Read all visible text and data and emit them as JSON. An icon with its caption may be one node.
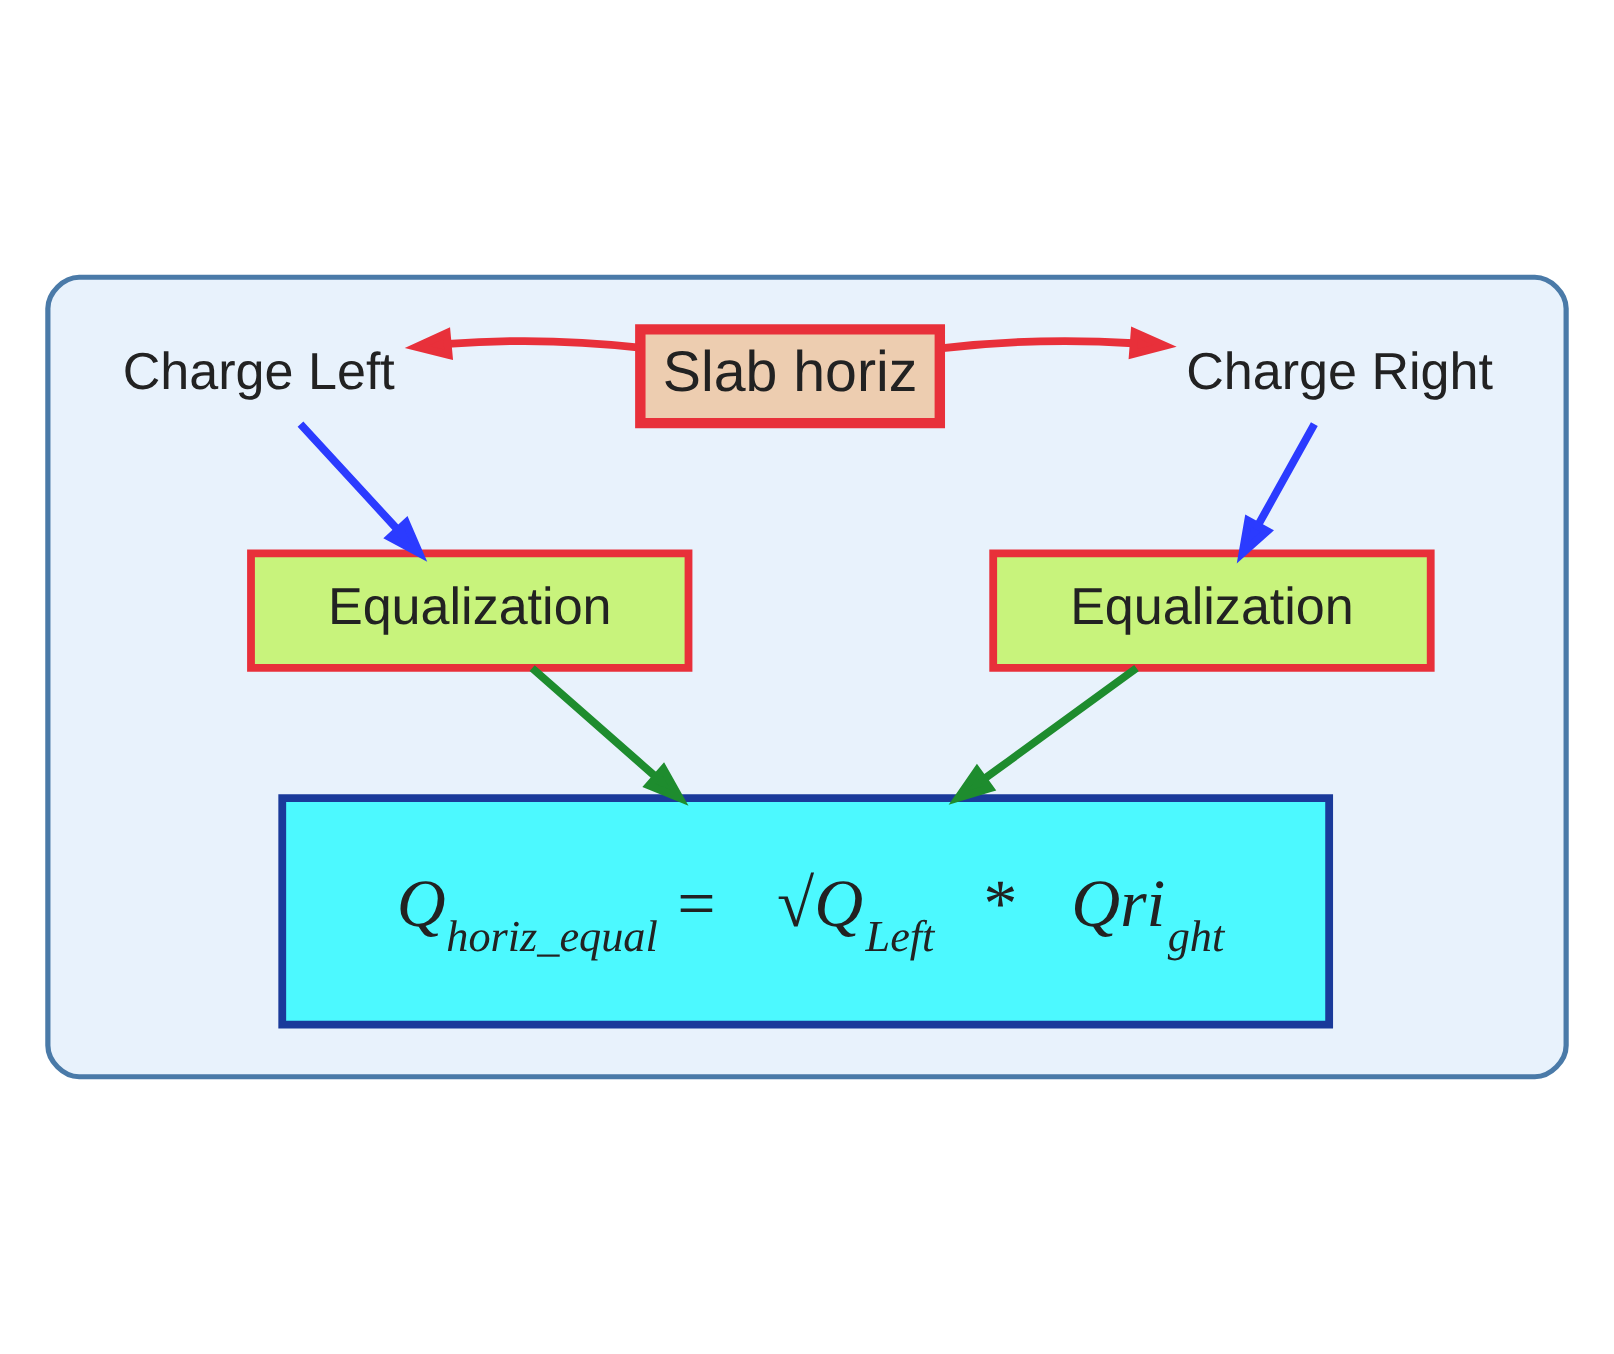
{
  "diagram": {
    "nodes": [
      {
        "text": [],
        "shape": "box"
      },
      {
        "text": [
          "Slab horiz"
        ],
        "in": 0
      },
      {
        "text": [
          "Charge Left"
        ],
        "in": 0
      },
      {
        "text": [
          "Charge Right"
        ],
        "in": 0
      },
      {
        "text": [
          "Equalization"
        ],
        "in": 0
      },
      {
        "text": [
          "Equalization"
        ],
        "in": 0
      },
      {
        "text": [
          "Q$_{horiz_equal}$ = √Q$_{Left}$ * Qri$_{ght}$"
        ],
        "in": 0
      }
    ],
    "edges": [
      {
        "from": 1,
        "to": 2,
        "arrow": "to",
        "color": "#e8303a"
      },
      {
        "from": 1,
        "to": 3,
        "arrow": "to",
        "color": "#e8303a"
      },
      {
        "from": 2,
        "to": 4,
        "arrow": "to",
        "color": "#2b3bff"
      },
      {
        "from": 3,
        "to": 5,
        "arrow": "to",
        "color": "#2b3bff"
      },
      {
        "from": 4,
        "to": 6,
        "arrow": "to",
        "color": "#1e8c2e"
      },
      {
        "from": 5,
        "to": 6,
        "arrow": "to",
        "color": "#1e8c2e"
      }
    ]
  }
}
